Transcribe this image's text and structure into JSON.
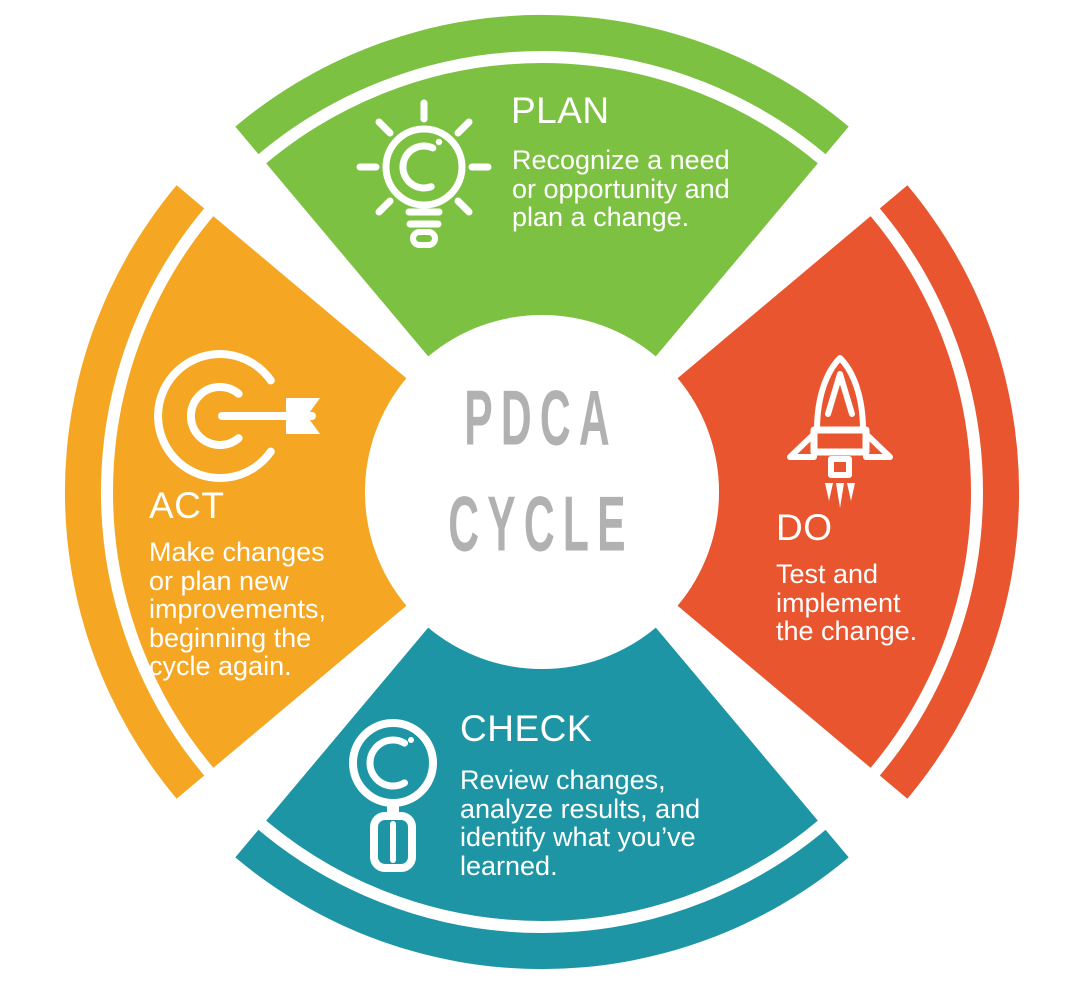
{
  "diagram": {
    "type": "pdca-cycle-infographic",
    "background": "#ffffff",
    "center": {
      "line1": "PDCA",
      "line2": "CYCLE",
      "text_color": "#B1B1B1"
    },
    "segments": [
      {
        "id": "plan",
        "label": "PLAN",
        "description": "Recognize a need\nor opportunity and\nplan a change.",
        "color": "#7DC142",
        "icon": "lightbulb-icon",
        "position": "top"
      },
      {
        "id": "do",
        "label": "DO",
        "description": "Test and\nimplement\nthe change.",
        "color": "#E8552F",
        "icon": "rocket-icon",
        "position": "right"
      },
      {
        "id": "check",
        "label": "CHECK",
        "description": "Review changes,\nanalyze results, and\nidentify what you’ve\nlearned.",
        "color": "#1E95A4",
        "icon": "magnifier-icon",
        "position": "bottom"
      },
      {
        "id": "act",
        "label": "ACT",
        "description": "Make changes\nor plan new\nimprovements,\nbeginning the\ncycle again.",
        "color": "#F5A623",
        "icon": "target-icon",
        "position": "left"
      }
    ]
  }
}
